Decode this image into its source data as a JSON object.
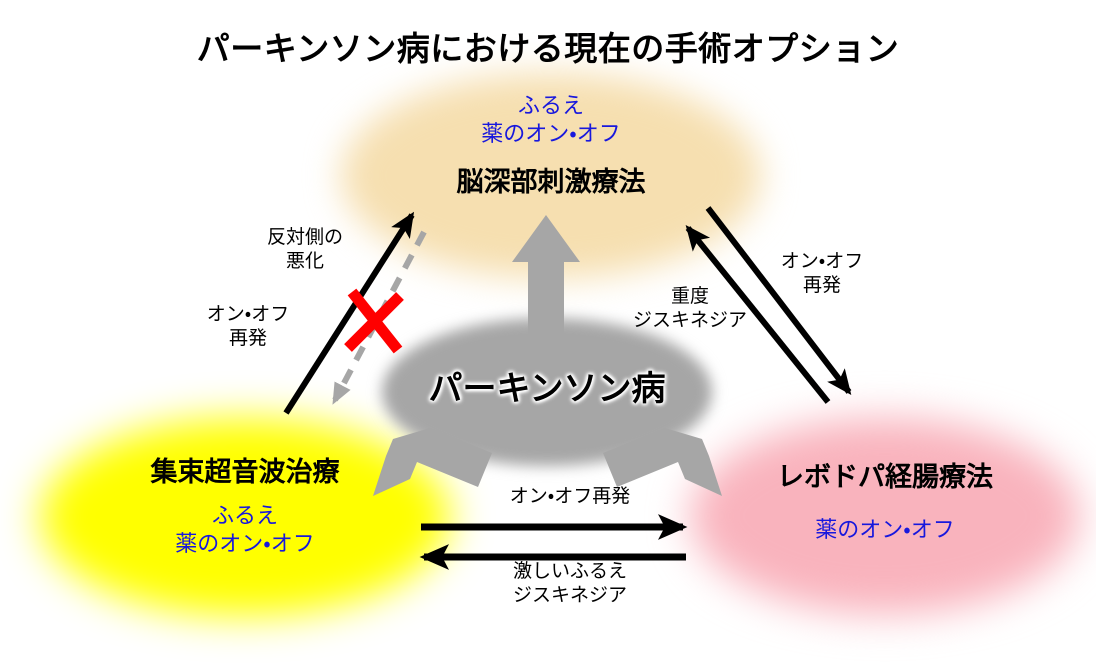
{
  "title": "パーキンソン病における現在の手術オプション",
  "nodes": {
    "center": {
      "label": "パーキンソン病",
      "color": "#a6a6a6"
    },
    "dbs": {
      "label": "脳深部刺激療法",
      "sub_line1": "ふるえ",
      "sub_line2": "薬のオン・オフ",
      "color": "#f6dfb0",
      "sub_color": "#1818dd"
    },
    "fus": {
      "label": "集束超音波治療",
      "sub_line1": "ふるえ",
      "sub_line2": "薬のオン・オフ",
      "color": "#ffff00",
      "sub_color": "#1818dd"
    },
    "leci": {
      "label": "レボドパ経腸療法",
      "sub_line1": "薬のオン・オフ",
      "color": "#f9b3bd",
      "sub_color": "#1818dd"
    }
  },
  "edges": {
    "fus_to_dbs": {
      "label_line1": "反対側の",
      "label_line2": "悪化",
      "label2_line1": "オン・オフ",
      "label2_line2": "再発",
      "style": "solid-black"
    },
    "dbs_to_fus_blocked": {
      "style": "dashed-gray",
      "blocked": true,
      "block_mark_color": "#ff0000"
    },
    "leci_to_dbs": {
      "label_line1": "重度",
      "label_line2": "ジスキネジア",
      "style": "solid-black"
    },
    "dbs_to_leci": {
      "label_line1": "オン・オフ",
      "label_line2": "再発",
      "style": "solid-black"
    },
    "fus_to_leci": {
      "label_line1": "オン・オフ再発",
      "style": "solid-black"
    },
    "leci_to_fus": {
      "label_line1": "激しいふるえ",
      "label_line2": "ジスキネジア",
      "style": "solid-black"
    },
    "center_to_dbs": {
      "style": "block-gray"
    },
    "center_to_fus": {
      "style": "block-gray"
    },
    "center_to_leci": {
      "style": "block-gray"
    }
  }
}
